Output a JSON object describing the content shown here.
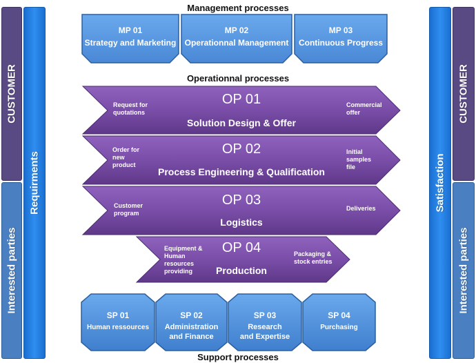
{
  "titles": {
    "management": "Management processes",
    "operational": "Operationnal processes",
    "support": "Support processes"
  },
  "left": {
    "customer": "CUSTOMER",
    "interested": "Interested parties",
    "requirements": "Requirments"
  },
  "right": {
    "customer": "CUSTOMER",
    "interested": "Interested parties",
    "satisfaction": "Satisfaction"
  },
  "management": [
    {
      "code": "MP 01",
      "name": "Strategy and Marketing"
    },
    {
      "code": "MP 02",
      "name": "Operationnal Management"
    },
    {
      "code": "MP 03",
      "name": "Continuous Progress"
    }
  ],
  "operational": [
    {
      "code": "OP 01",
      "name": "Solution Design & Offer",
      "input": "Request for\nquotations",
      "output": "Commercial\noffer"
    },
    {
      "code": "OP 02",
      "name": "Process Engineering & Qualification",
      "input": "Order for\nnew\nproduct",
      "output": "Initial\nsamples\nfile"
    },
    {
      "code": "OP 03",
      "name": "Logistics",
      "input": "Customer\nprogram",
      "output": "Deliveries"
    },
    {
      "code": "OP 04",
      "name": "Production",
      "input": "Equipment &\nHuman\nresources\nproviding",
      "output": "Packaging &\nstock entries"
    }
  ],
  "support": [
    {
      "code": "SP 01",
      "name": "Human ressources"
    },
    {
      "code": "SP 02",
      "name": "Administration\nand Finance"
    },
    {
      "code": "SP 03",
      "name": "Research\nand Expertise"
    },
    {
      "code": "SP 04",
      "name": "Purchasing"
    }
  ],
  "colors": {
    "purple": "#7b4fa8",
    "purpleDark": "#5e3688",
    "blue": "#2f86e0",
    "blueLight": "#5b9bd5",
    "violetBar": "#5b4a86",
    "steelBlue": "#4a7fc1"
  }
}
